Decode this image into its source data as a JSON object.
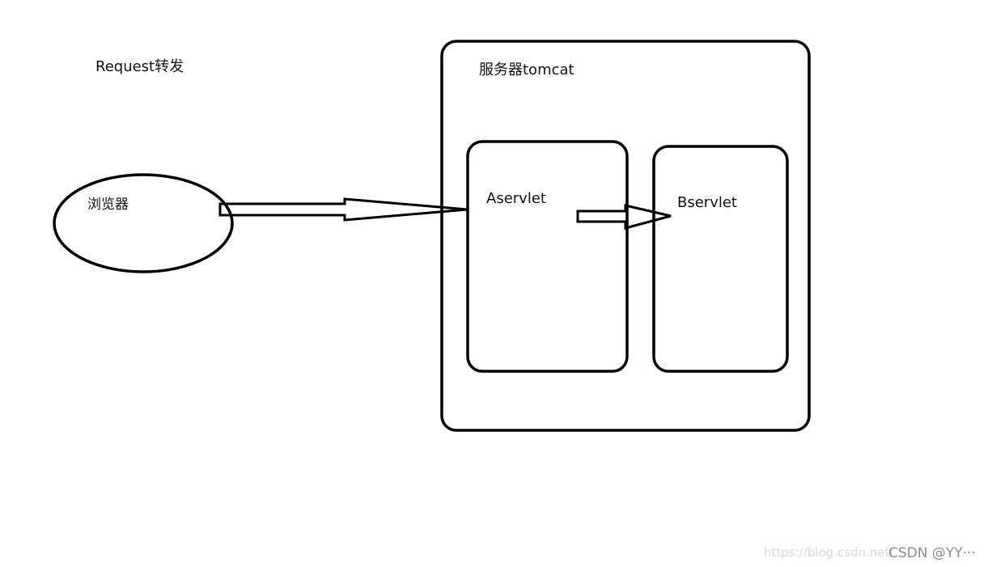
{
  "diagram": {
    "title": "Request转发",
    "browser": {
      "label": "浏览器"
    },
    "server": {
      "label": "服务器tomcat"
    },
    "servlets": [
      {
        "label": "Aservlet"
      },
      {
        "label": "Bservlet"
      }
    ],
    "arrows": [
      {
        "from": "浏览器",
        "to": "Aservlet"
      },
      {
        "from": "Aservlet",
        "to": "Bservlet"
      }
    ],
    "stroke_color": "#000000",
    "background_color": "#ffffff"
  },
  "watermark": {
    "url": "https://blog.csdn.net/",
    "brand": "CSDN @YY···"
  }
}
